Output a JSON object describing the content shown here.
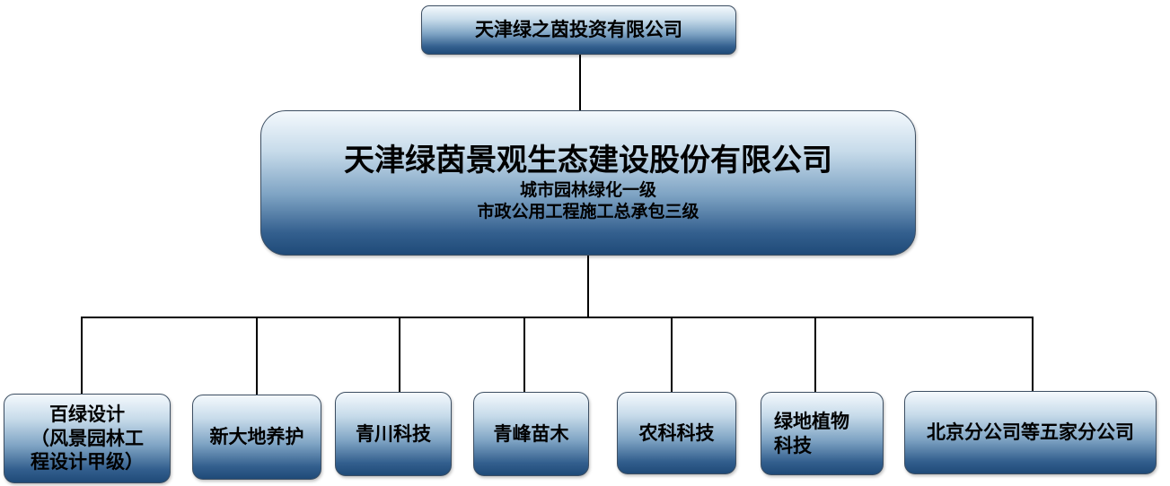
{
  "diagram": {
    "root": {
      "label": "天津绿之茵投资有限公司"
    },
    "main": {
      "title": "天津绿茵景观生态建设股份有限公司",
      "qualification_1": "城市园林绿化一级",
      "qualification_2": "市政公用工程施工总承包三级"
    },
    "children": [
      {
        "line1": "百绿设计",
        "line2": "（风景园林工",
        "line3": "程设计甲级）"
      },
      {
        "label": "新大地养护"
      },
      {
        "label": "青川科技"
      },
      {
        "label": "青峰苗木"
      },
      {
        "label": "农科科技"
      },
      {
        "line1": "绿地植物",
        "line2": "科技"
      },
      {
        "label": "北京分公司等五家分公司"
      }
    ]
  }
}
